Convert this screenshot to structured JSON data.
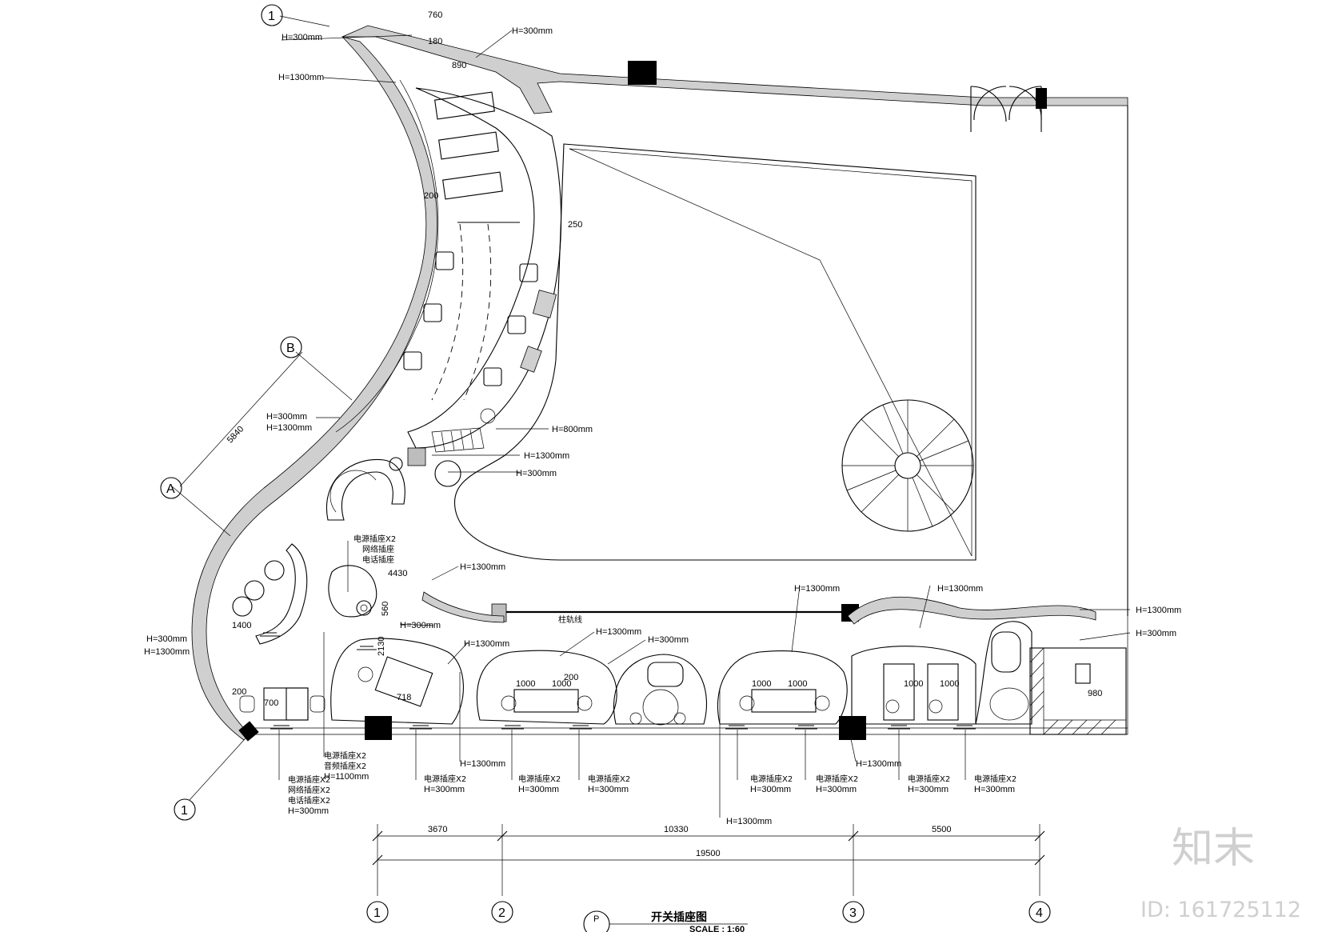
{
  "grid_labels": {
    "one": "1",
    "two": "2",
    "three": "3",
    "four": "4",
    "a": "A",
    "b": "B"
  },
  "dims": {
    "d3670": "3670",
    "d10330": "10330",
    "d5500": "5500",
    "d19500": "19500",
    "d5840": "5840",
    "d760": "760",
    "d180": "180",
    "d890": "890",
    "d200": "200",
    "d250": "250",
    "d1400": "1400",
    "d700": "700",
    "d1000": "1000",
    "d718": "718",
    "d2130": "2130",
    "d560": "560",
    "d4430": "4430",
    "d980": "980"
  },
  "heights": {
    "h300": "H=300mm",
    "h1300": "H=1300mm",
    "h800": "H=800mm",
    "h1100": "H=1100mm"
  },
  "sockets": {
    "power_x2": "电源插座X2",
    "network": "网络插座",
    "phone": "电话插座",
    "network_x2": "网络插座X2",
    "phone_x2": "电话插座X2",
    "audio_x2": "音频插座X2"
  },
  "misc": {
    "column_line": "柱轨线"
  },
  "title": {
    "name": "开关插座图",
    "scale": "SCALE : 1:60",
    "badge": "P"
  },
  "watermark": {
    "brand": "知末",
    "id": "ID: 161725112"
  }
}
